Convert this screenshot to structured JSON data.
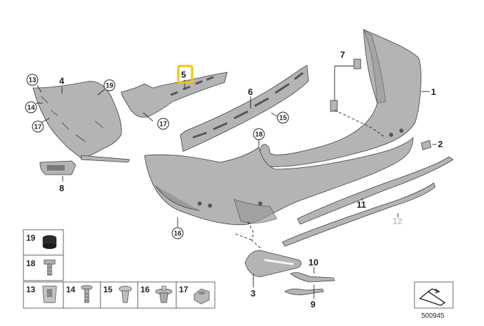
{
  "callouts": {
    "p1": "1",
    "p2": "2",
    "p3": "3",
    "p4": "4",
    "p5": "5",
    "p6": "6",
    "p7": "7",
    "p8": "8",
    "p9": "9",
    "p10": "10",
    "p11": "11",
    "p12": "12",
    "c13": "13",
    "c14": "14",
    "c15": "15",
    "c16": "16",
    "c17a": "17",
    "c17b": "17",
    "c18": "18",
    "c19": "19"
  },
  "legend": {
    "r19": "19",
    "r18": "18",
    "r13": "13",
    "r14": "14",
    "r15": "15",
    "r16": "16",
    "r17": "17"
  },
  "diagram_number": "500945",
  "colors": {
    "highlight": "#f2c500",
    "faded_label": "#c8c8c8",
    "part_fill": "#b4b4b4"
  }
}
